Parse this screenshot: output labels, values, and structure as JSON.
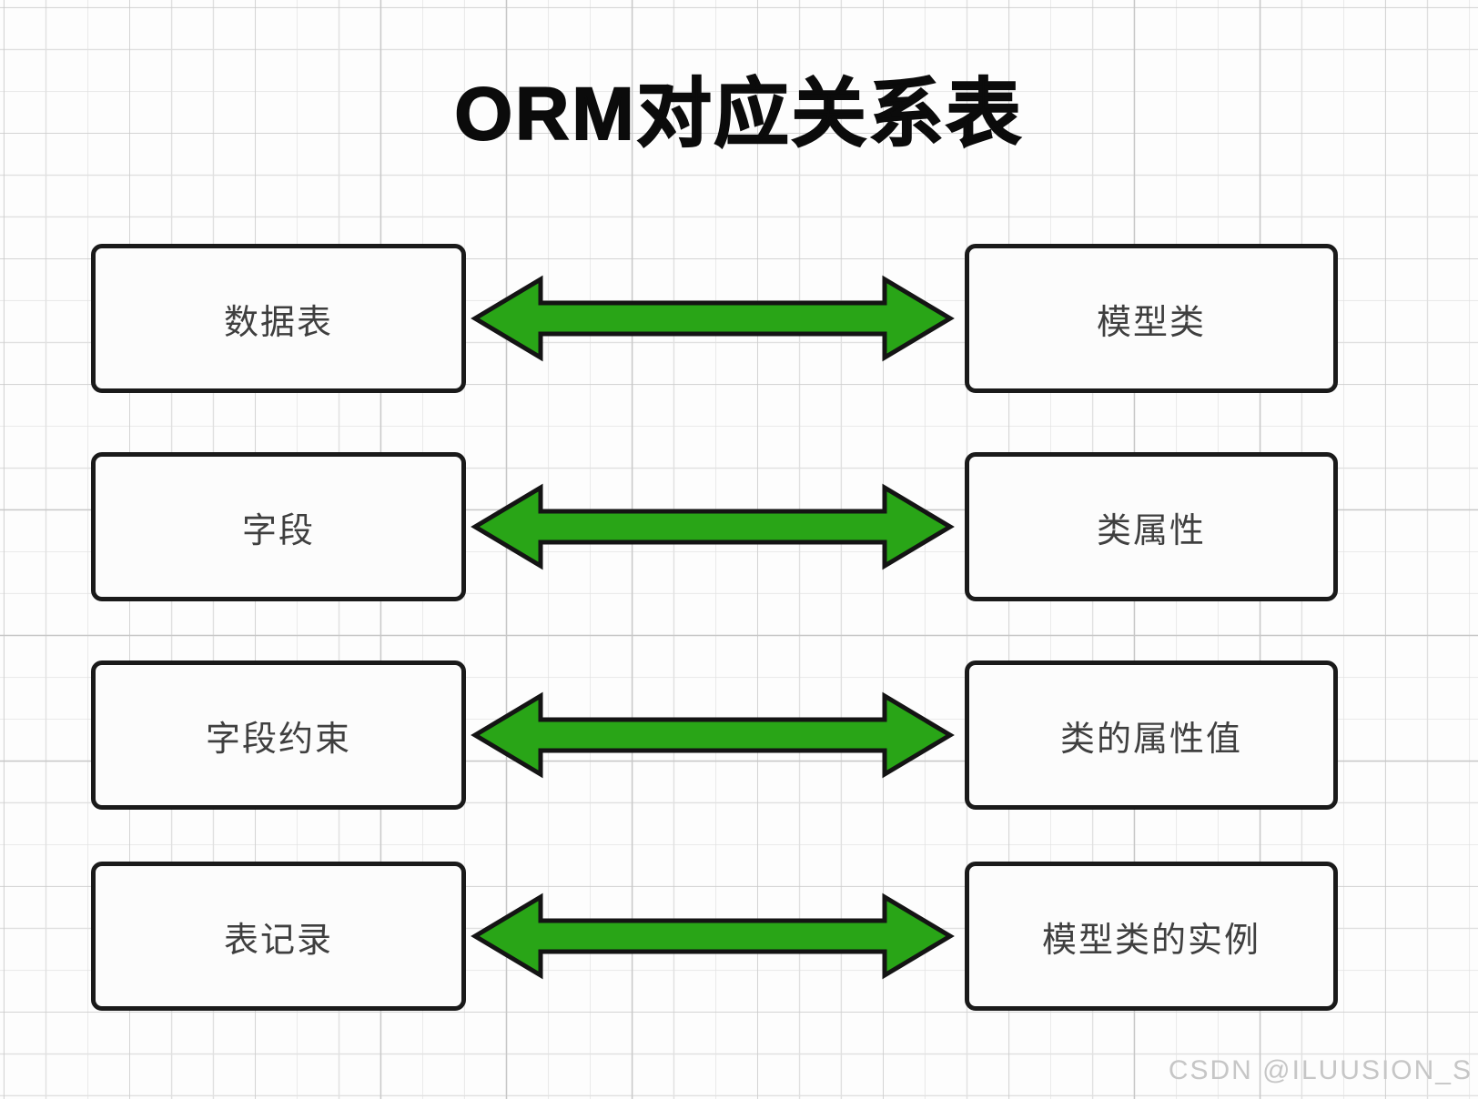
{
  "title": "ORM对应关系表",
  "rows": [
    {
      "left": "数据表",
      "right": "模型类"
    },
    {
      "left": "字段",
      "right": "类属性"
    },
    {
      "left": "字段约束",
      "right": "类的属性值"
    },
    {
      "left": "表记录",
      "right": "模型类的实例"
    }
  ],
  "watermark": "CSDN @ILUUSION_S",
  "colors": {
    "arrow_fill": "#29a517",
    "arrow_outline": "#141414",
    "box_border": "#1a1a1a",
    "title_text": "#0b0b0b",
    "box_text": "#3f3f3f",
    "watermark_text": "#c6c6c6",
    "grid_line": "#e0e0e0"
  }
}
